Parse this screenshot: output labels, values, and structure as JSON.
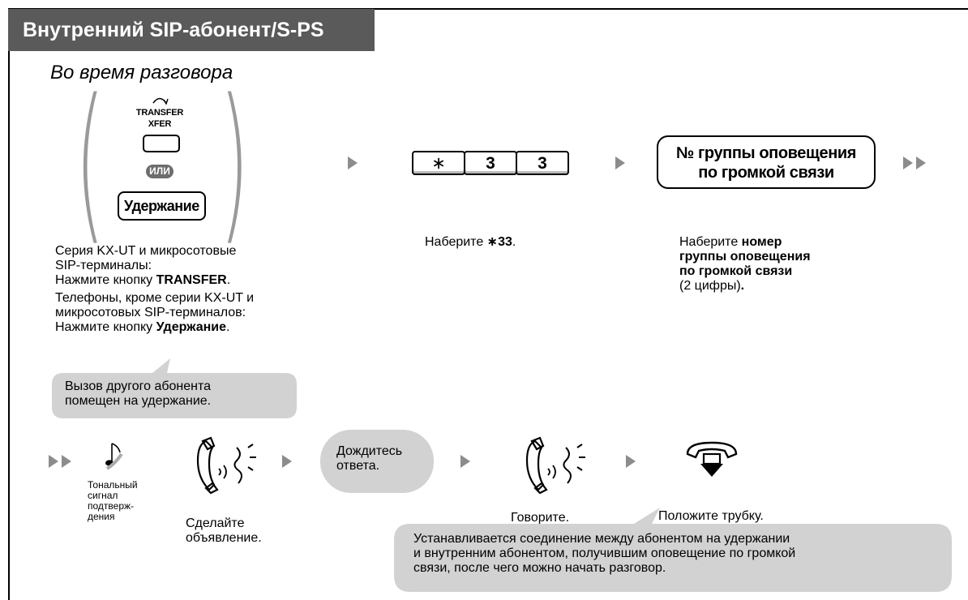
{
  "header": {
    "title": "Внутренний SIP-абонент/S-PS"
  },
  "subtitle": "Во время разговора",
  "keys": {
    "transfer_top": "TRANSFER",
    "transfer_bottom": "XFER",
    "or": "ИЛИ",
    "hold": "Удержание",
    "dial_star": "∗",
    "dial_3a": "3",
    "dial_3b": "3"
  },
  "group_bubble": {
    "line1": "№ группы оповещения",
    "line2": "по громкой связи"
  },
  "step1": {
    "ut_line1": "Серия KX-UT и микросотовые",
    "ut_line2": "SIP-терминалы:",
    "ut_line3_prefix": "Нажмите кнопку ",
    "ut_line3_bold": "TRANSFER",
    "ut_line3_suffix": ".",
    "other_line1": "Телефоны, кроме серии KX-UT и",
    "other_line2": "микросотовых SIP-терминалов:",
    "other_line3_prefix": "Нажмите кнопку ",
    "other_line3_bold": "Удержание",
    "other_line3_suffix": "."
  },
  "step2": {
    "prefix": "Наберите ",
    "bold": "∗33",
    "suffix": "."
  },
  "step3": {
    "line1_prefix": "Наберите ",
    "line1_bold": "номер",
    "line2_bold": "группы оповещения",
    "line3_bold": "по громкой связи",
    "line4": "(2 цифры)",
    "line4_suffix": "."
  },
  "hold_bubble": {
    "line1": "Вызов другого абонента",
    "line2": "помещен на удержание."
  },
  "tone_label": {
    "l1": "Тональный",
    "l2": "сигнал",
    "l3": "подтверж-",
    "l4": "дения"
  },
  "announce_label": {
    "l1": "Сделайте",
    "l2": "объявление."
  },
  "wait_bubble": {
    "l1": "Дождитесь",
    "l2": "ответа."
  },
  "talk_label": "Говорите.",
  "hangup_label": "Положите трубку.",
  "result_bubble": {
    "l1": "Устанавливается соединение между абонентом на удержании",
    "l2": "и внутренним абонентом, получившим оповещение по громкой",
    "l3": "связи, после чего можно начать разговор."
  },
  "colors": {
    "header_bg": "#5a5a5a",
    "bubble_grey": "#d2d2d2",
    "arrow": "#8c8c8c"
  }
}
